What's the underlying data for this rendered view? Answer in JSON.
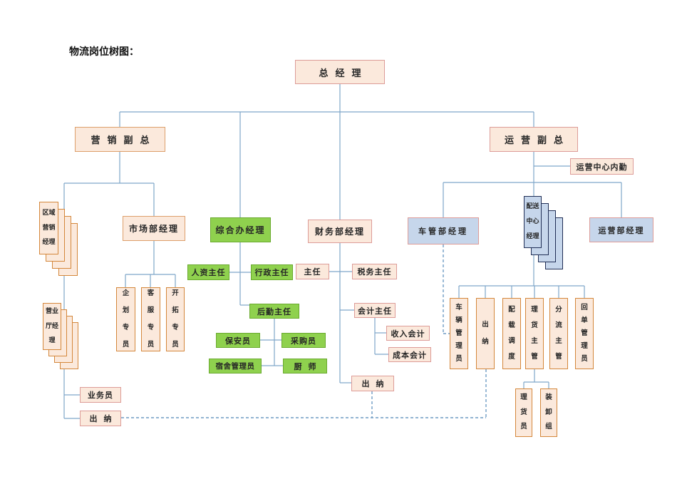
{
  "title": "物流岗位树图：",
  "colors": {
    "box_peach_fill": "#fbe9dc",
    "box_pink_border": "#dd9c98",
    "box_orange_border": "#d4873b",
    "box_green_fill": "#8fd14e",
    "box_green_border": "#6aaa2e",
    "box_blue_fill": "#c6d6eb",
    "box_navy_border": "#202e55",
    "connector_blue": "#7fa6c9"
  },
  "nodes": {
    "gm": "总经理",
    "vp_marketing": "营销副总",
    "vp_operations": "运营副总",
    "ops_center_staff": "运营中心内勤",
    "regional_marketing_mgr": "区域营销经理",
    "hall_mgr": "营业厅经理",
    "market_dept_mgr": "市场部经理",
    "planning_spec": "企划专员",
    "cs_spec": "客服专员",
    "expansion_spec": "开拓专员",
    "admin_office_mgr": "综合办经理",
    "hr_director": "人资主任",
    "admin_director": "行政主任",
    "logistics_director": "后勤主任",
    "security_guard": "保安员",
    "purchaser": "采购员",
    "dorm_admin": "宿舍管理员",
    "cook": "厨师",
    "finance_mgr": "财务部经理",
    "director": "主任",
    "tax_director": "税务主任",
    "accounting_director": "会计主任",
    "revenue_accountant": "收入会计",
    "cost_accountant": "成本会计",
    "finance_cashier": "出纳",
    "vehicle_dept_mgr": "车管部经理",
    "dist_center_mgr": "配送中心经理",
    "ops_dept_mgr": "运营部经理",
    "vehicle_admin": "车辆管理员",
    "ops_cashier": "出纳",
    "load_dispatch": "配载调度",
    "tally_supervisor": "理货主管",
    "split_supervisor": "分流主管",
    "receipt_admin": "回单管理员",
    "tally_clerk": "理货员",
    "loading_team": "装卸组",
    "salesman": "业务员",
    "left_cashier": "出纳"
  }
}
